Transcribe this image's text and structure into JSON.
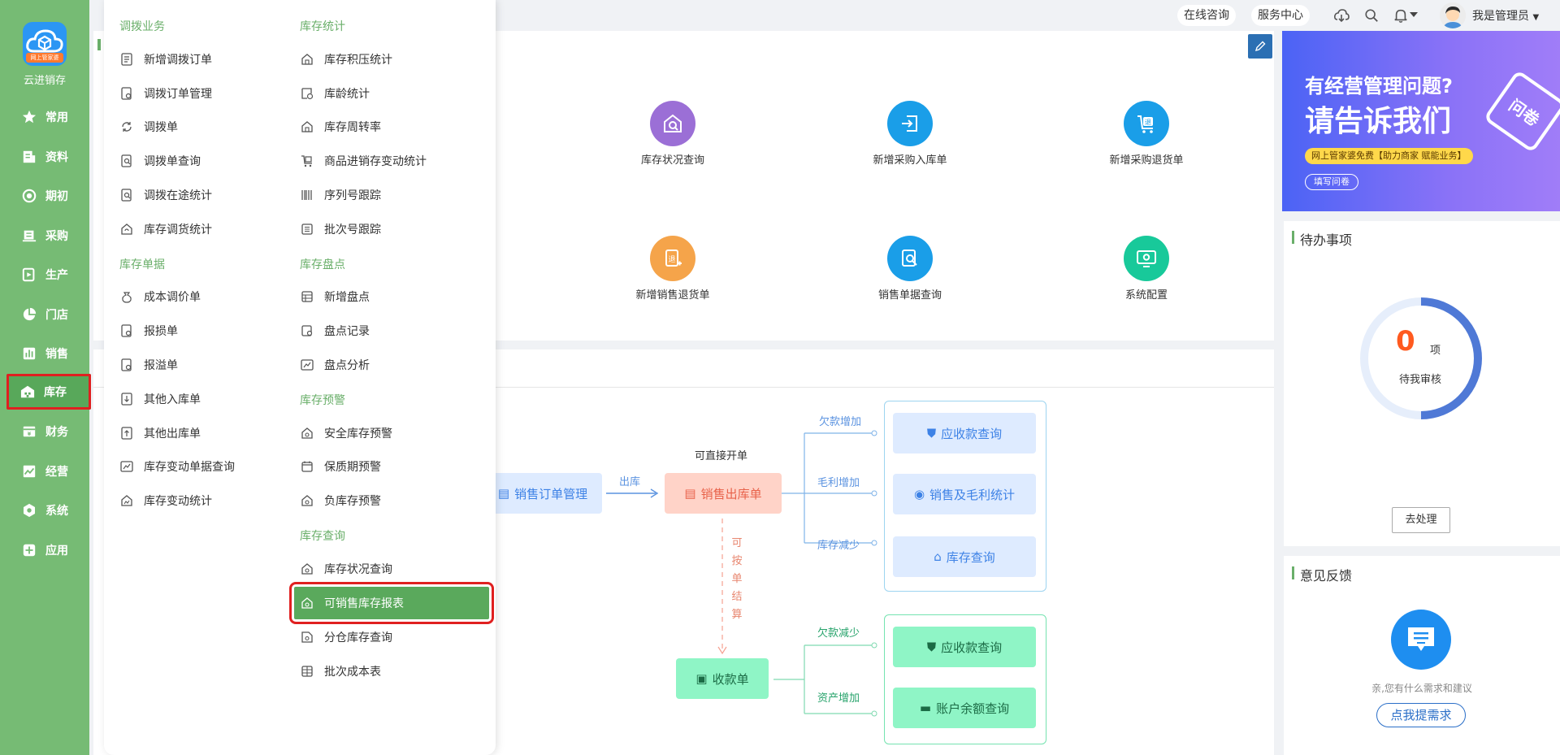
{
  "app": {
    "name": "云进销存",
    "logo_tag": "网上管家婆"
  },
  "sidebar": {
    "items": [
      {
        "label": "常用",
        "icon": "star-icon"
      },
      {
        "label": "资料",
        "icon": "document-icon"
      },
      {
        "label": "期初",
        "icon": "target-icon"
      },
      {
        "label": "采购",
        "icon": "cart-icon"
      },
      {
        "label": "生产",
        "icon": "factory-icon"
      },
      {
        "label": "门店",
        "icon": "pie-icon"
      },
      {
        "label": "销售",
        "icon": "bar-chart-icon"
      },
      {
        "label": "库存",
        "icon": "warehouse-icon"
      },
      {
        "label": "财务",
        "icon": "finance-icon"
      },
      {
        "label": "经营",
        "icon": "trend-icon"
      },
      {
        "label": "系统",
        "icon": "settings-icon"
      },
      {
        "label": "应用",
        "icon": "plus-icon"
      }
    ]
  },
  "topbar": {
    "consult": "在线咨询",
    "service": "服务中心",
    "user": "我是管理员"
  },
  "quick_actions": [
    {
      "label": "库存状况查询",
      "color": "#9b6fd6"
    },
    {
      "label": "新增采购入库单",
      "color": "#1a9ee8"
    },
    {
      "label": "新增采购退货单",
      "color": "#1a9ee8"
    },
    {
      "label": "新增销售退货单",
      "color": "#f5a44a"
    },
    {
      "label": "销售单据查询",
      "color": "#1a9ee8"
    },
    {
      "label": "系统配置",
      "color": "#18c99a"
    }
  ],
  "flow": {
    "order_mgmt": "销售订单管理",
    "out_label": "出库",
    "direct_label": "可直接开单",
    "sales_out": "销售出库单",
    "settle_label": "可按单结算",
    "receipt": "收款单",
    "debt_inc": "欠款增加",
    "gross_inc": "毛利增加",
    "stock_dec": "库存减少",
    "debt_dec": "欠款减少",
    "asset_inc": "资产增加",
    "receivable_query": "应收款查询",
    "sales_gross_stats": "销售及毛利统计",
    "stock_query": "库存查询",
    "receivable_query2": "应收款查询",
    "balance_query": "账户余额查询"
  },
  "dropdown": {
    "col1": [
      {
        "title": "调拨业务",
        "items": [
          "新增调拨订单",
          "调拨订单管理",
          "调拨单",
          "调拨单查询",
          "调拨在途统计",
          "库存调货统计"
        ]
      },
      {
        "title": "库存单据",
        "items": [
          "成本调价单",
          "报损单",
          "报溢单",
          "其他入库单",
          "其他出库单",
          "库存变动单据查询",
          "库存变动统计"
        ]
      }
    ],
    "col2": [
      {
        "title": "库存统计",
        "items": [
          "库存积压统计",
          "库龄统计",
          "库存周转率",
          "商品进销存变动统计",
          "序列号跟踪",
          "批次号跟踪"
        ]
      },
      {
        "title": "库存盘点",
        "items": [
          "新增盘点",
          "盘点记录",
          "盘点分析"
        ]
      },
      {
        "title": "库存预警",
        "items": [
          "安全库存预警",
          "保质期预警",
          "负库存预警"
        ]
      },
      {
        "title": "库存查询",
        "items": [
          "库存状况查询",
          "可销售库存报表",
          "分仓库存查询",
          "批次成本表"
        ]
      }
    ]
  },
  "banner": {
    "line1": "有经营管理问题?",
    "line2": "请告诉我们",
    "tag": "网上管家婆免费【助力商家 赋能业务】",
    "btn": "填写问卷",
    "badge": "问卷"
  },
  "todo": {
    "title": "待办事项",
    "count": "0",
    "unit": "项",
    "caption": "待我审核",
    "btn": "去处理"
  },
  "feedback": {
    "title": "意见反馈",
    "caption": "亲,您有什么需求和建议",
    "btn": "点我提需求"
  }
}
